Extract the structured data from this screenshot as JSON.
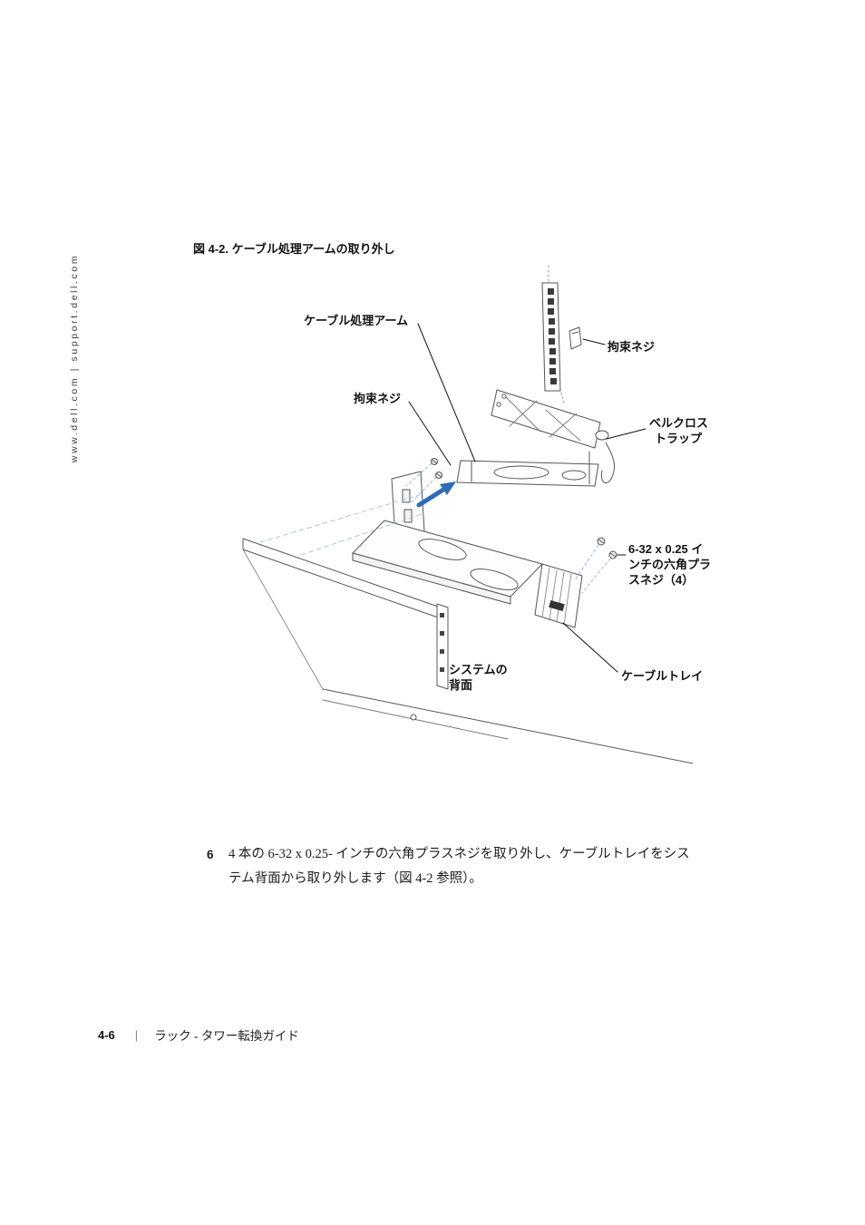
{
  "sidebar": {
    "text": "www.dell.com | support.dell.com"
  },
  "figure": {
    "caption": "図 4-2. ケーブル処理アームの取り外し",
    "labels": {
      "cable_arm": "ケーブル処理アーム",
      "captive_screw_top": "拘束ネジ",
      "captive_screw_left": "拘束ネジ",
      "velcro_strap": [
        "ベルクロス",
        "トラップ"
      ],
      "hex_screws": [
        "6-32 x 0.25 イ",
        "ンチの六角プラ",
        "スネジ（4）"
      ],
      "system_back": [
        "システムの",
        "背面"
      ],
      "cable_tray": "ケーブルトレイ"
    }
  },
  "step": {
    "number": "6",
    "line1": "4 本の 6-32 x 0.25- インチの六角プラスネジを取り外し、ケーブルトレイをシス",
    "line2": "テム背面から取り外します（図 4-2 参照）。"
  },
  "footer": {
    "page_number": "4-6",
    "separator": "|",
    "guide_title": "ラック - タワー転換ガイド"
  }
}
